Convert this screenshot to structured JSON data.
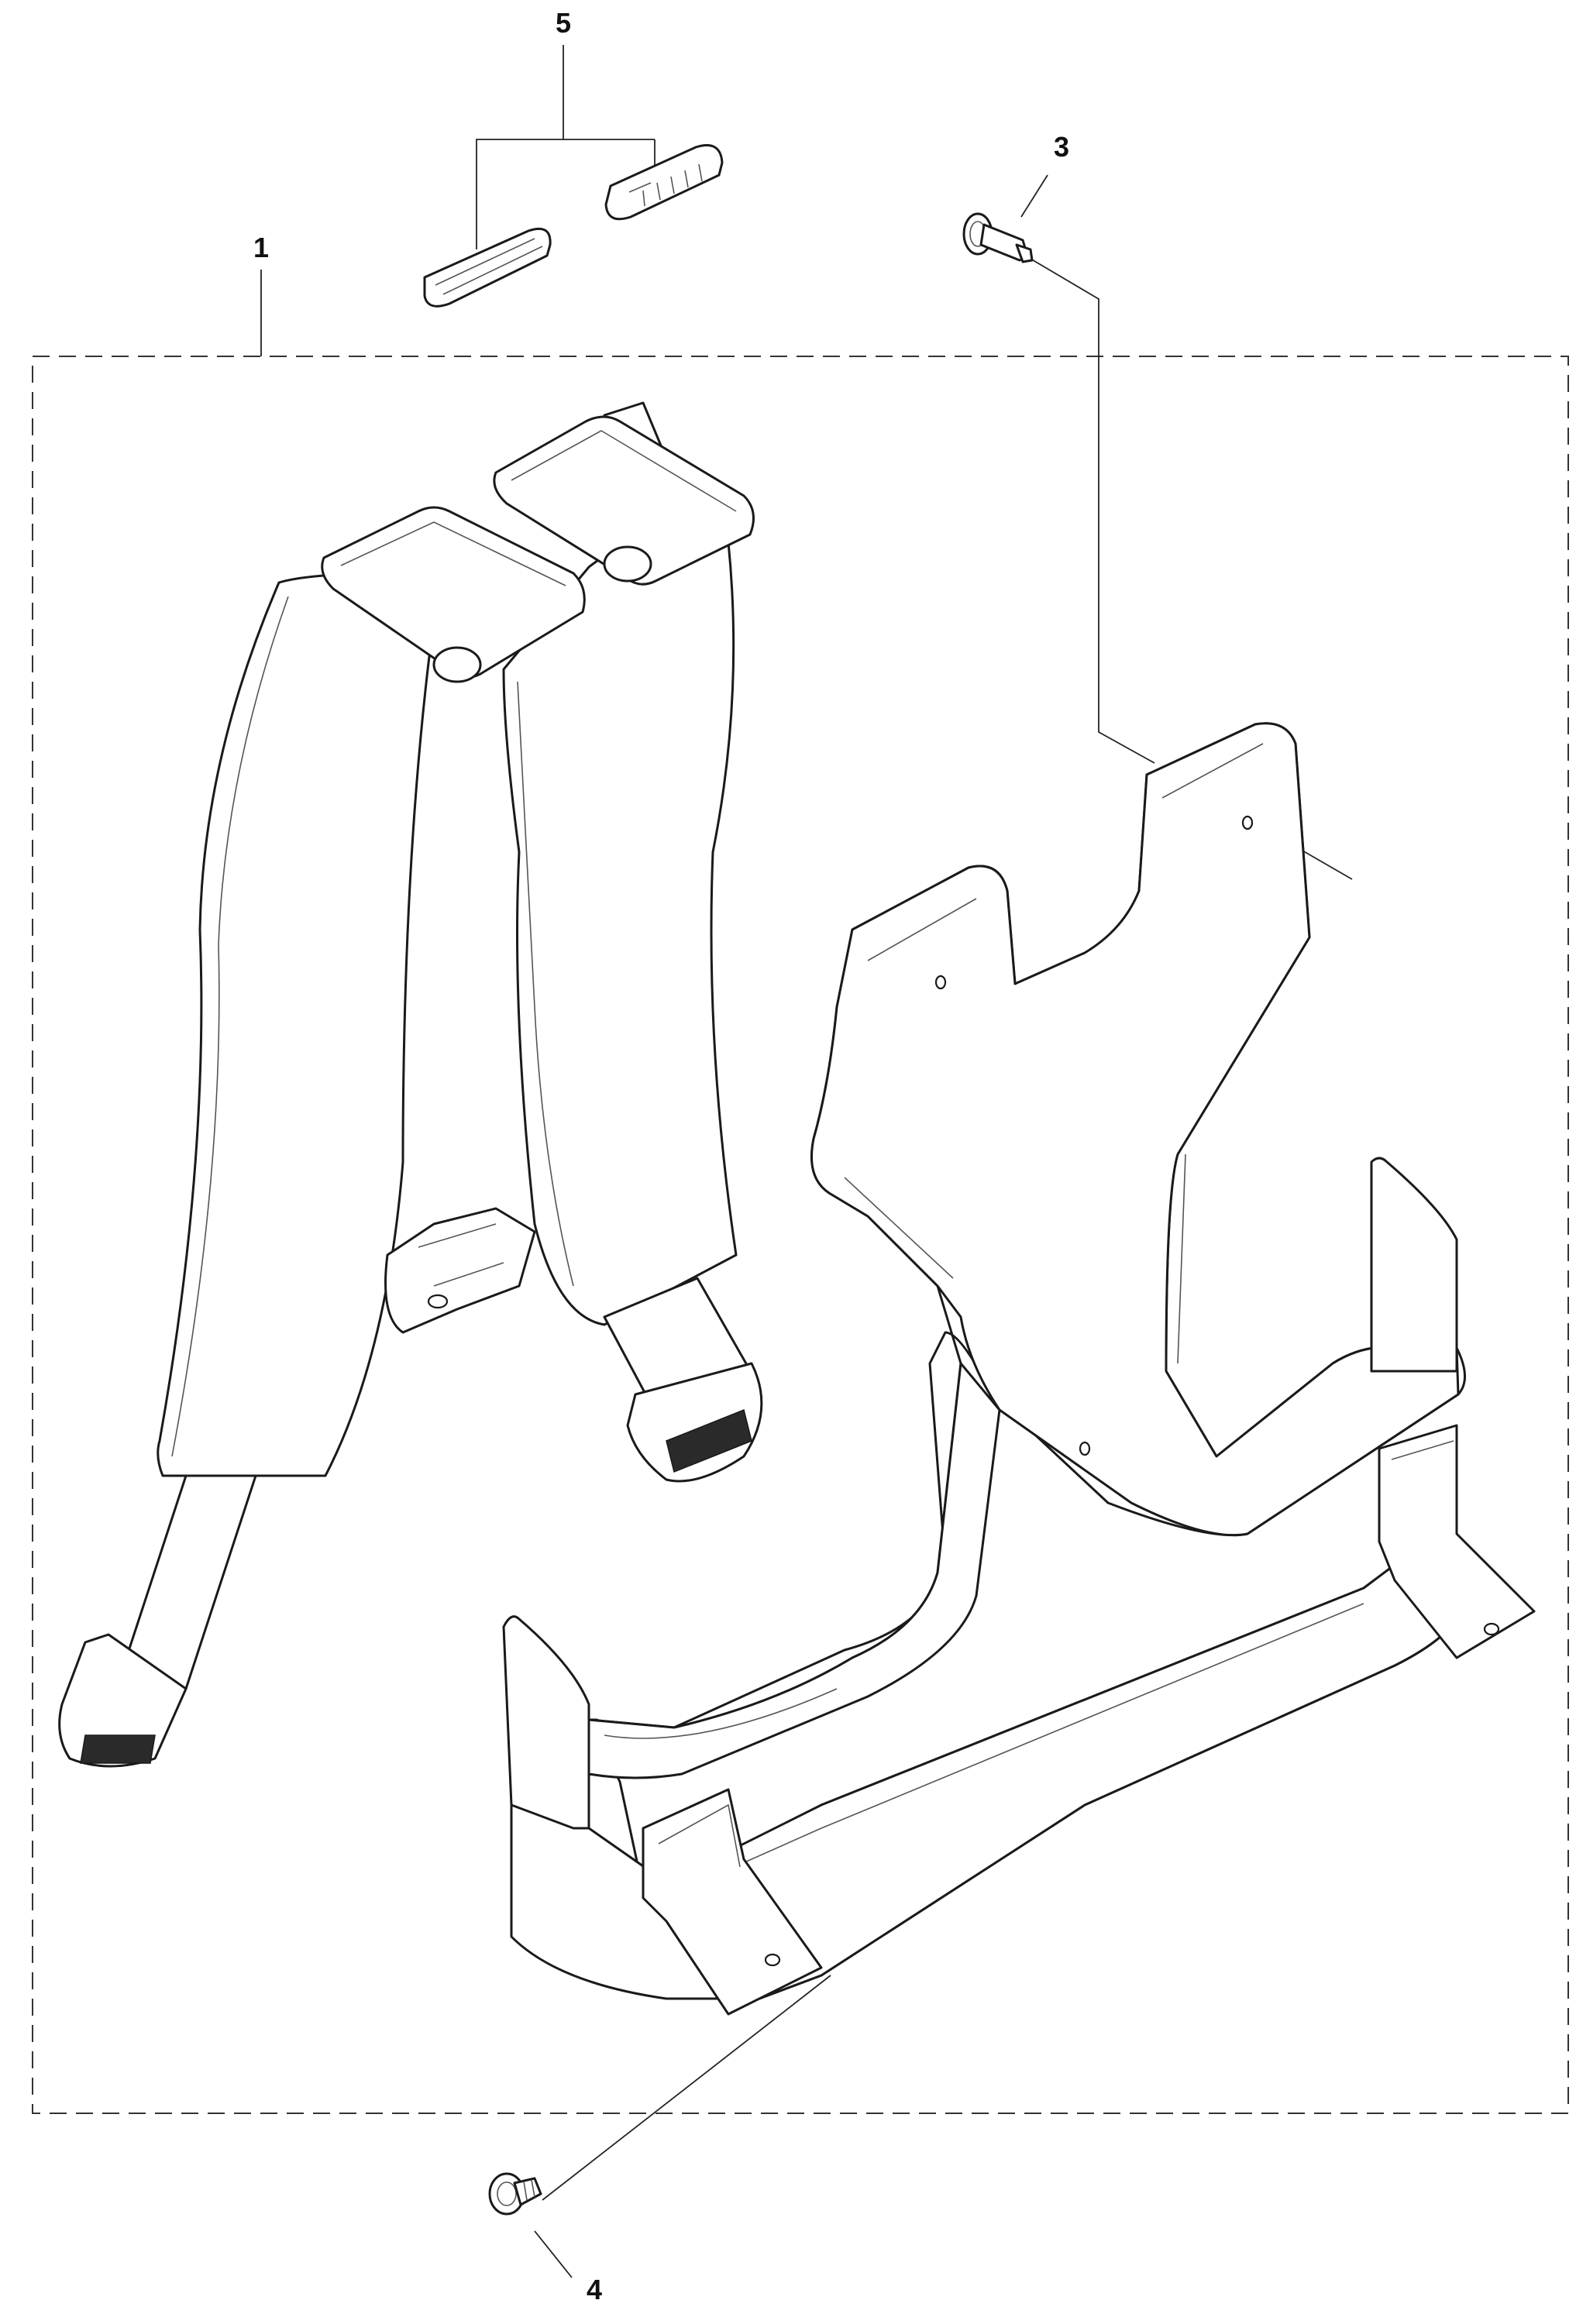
{
  "callouts": [
    {
      "id": "1",
      "label": "1"
    },
    {
      "id": "3",
      "label": "3"
    },
    {
      "id": "4",
      "label": "4"
    },
    {
      "id": "5",
      "label": "5"
    }
  ]
}
